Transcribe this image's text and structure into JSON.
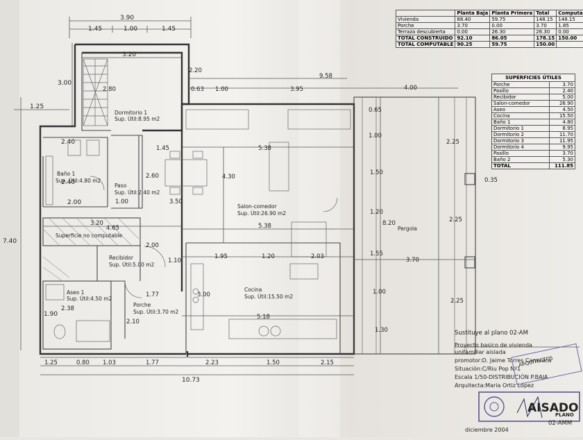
{
  "top_dims": {
    "overall": "3.90",
    "d1": "1.45",
    "d2": "1.00",
    "d3": "1.45",
    "d4": "3.20"
  },
  "left_dims": {
    "a": "3.00",
    "b": "1.25",
    "c": "2.40",
    "d": "2.40",
    "e": "2.00",
    "total": "7.40",
    "f": "1.90"
  },
  "interior_dims": {
    "d1": "2.80",
    "d2": "2.20",
    "d3": "0.63",
    "d4": "1.00",
    "d5": "3.95",
    "d6": "9.58",
    "d7": "4.00",
    "d8": "1.45",
    "d9": "5.38",
    "d10": "2.60",
    "d11": "4.30",
    "d12": "3.50",
    "d13": "1.00",
    "d14": "3.20",
    "d15": "4.65",
    "d16": "5.38",
    "d17": "2.00",
    "d18": "1.10",
    "d19": "1.95",
    "d20": "1.20",
    "d21": "2.03",
    "d22": "1.77",
    "d23": "3.00",
    "d24": "2.38",
    "d25": "2.10",
    "d26": "5.18",
    "d27": "0.65",
    "d28": "1.00",
    "d29": "1.50",
    "d30": "1.20",
    "d31": "8.20",
    "d32": "1.55",
    "d33": "1.00",
    "d34": "1.30",
    "d35": "2.25",
    "d36": "2.25",
    "d37": "2.25",
    "d38": "3.70",
    "d39": "0.35"
  },
  "bottom_dims": {
    "b1": "1.25",
    "b2": "0.80",
    "b3": "1.03",
    "b4": "1.77",
    "b5": "2.23",
    "b6": "1.50",
    "b7": "2.15",
    "total": "10.73"
  },
  "rooms": {
    "dormitorio": {
      "name": "Dormitorio 1",
      "area": "Sup. Útil:8.95 m2"
    },
    "bano": {
      "name": "Baño 1",
      "area": "Sup. Útil:4.80 m2"
    },
    "paso": {
      "name": "Paso",
      "area": "Sup. Útil:2.40 m2"
    },
    "salon": {
      "name": "Salon-comedor",
      "area": "Sup. Útil:26.90 m2"
    },
    "superficie": {
      "name": "Superficie no computable"
    },
    "recibidor": {
      "name": "Recibidor",
      "area": "Sup. Útil:5.00 m2"
    },
    "aseo": {
      "name": "Aseo 1",
      "area": "Sup. Útil:4.50 m2"
    },
    "porche": {
      "name": "Porche",
      "area": "Sup. Útil:3.70 m2"
    },
    "cocina": {
      "name": "Cocina",
      "area": "Sup. Útil:15.50 m2"
    },
    "pergola": {
      "name": "Pergola"
    }
  },
  "area_table": {
    "headers": [
      "",
      "Planta Baja",
      "Planta Primera",
      "Total",
      "Computable"
    ],
    "rows": [
      [
        "Vivienda",
        "88.40",
        "59.75",
        "148.15",
        "148.15"
      ],
      [
        "Porche",
        "3.70",
        "0.00",
        "3.70",
        "1.85"
      ],
      [
        "Terraza descubierta",
        "0.00",
        "26.30",
        "26.30",
        "0.00"
      ],
      [
        "TOTAL CONSTRUIDO",
        "92.10",
        "86.05",
        "178.15",
        "150.00"
      ],
      [
        "TOTAL COMPUTABLE",
        "90.25",
        "59.75",
        "150.00",
        ""
      ]
    ]
  },
  "util_table": {
    "title": "SUPERFICIES ÚTILES",
    "rows": [
      [
        "Porche",
        "3.70"
      ],
      [
        "Pasillo",
        "2.40"
      ],
      [
        "Recibidor",
        "5.00"
      ],
      [
        "Salon-comedor",
        "26.90"
      ],
      [
        "Aseo",
        "4.50"
      ],
      [
        "Cocina",
        "15.50"
      ],
      [
        "Baño 1",
        "4.80"
      ],
      [
        "Dormitorio 1",
        "8.95"
      ],
      [
        "Dormitorio 2",
        "11.70"
      ],
      [
        "Dormitorio 3",
        "11.95"
      ],
      [
        "Dormitorio 4",
        "9.95"
      ],
      [
        "Pasillo",
        "3.70"
      ],
      [
        "Baño 2",
        "5.30"
      ],
      [
        "TOTAL",
        "111.85"
      ]
    ]
  },
  "title_block": {
    "line1": "Sustituye al plano 02-AM",
    "line2": "Proyecto basico de vivienda",
    "line3": "unifamiliar aislada",
    "line4": "promotor:D. Jaime Torres Caravaca",
    "line5": "Situación:C/Riu Pop Nº1",
    "line6": "Escala 1/50-DISTRIBUCIÓN P.BAJA",
    "line7": "Arquitecta:Maria Ortiz López",
    "stamp_text": "AISADO",
    "stamp_small": "ARQUITECTOS",
    "plano_label": "PLANO",
    "plano_code": "02-AMM",
    "date": "diciembre 2004"
  }
}
